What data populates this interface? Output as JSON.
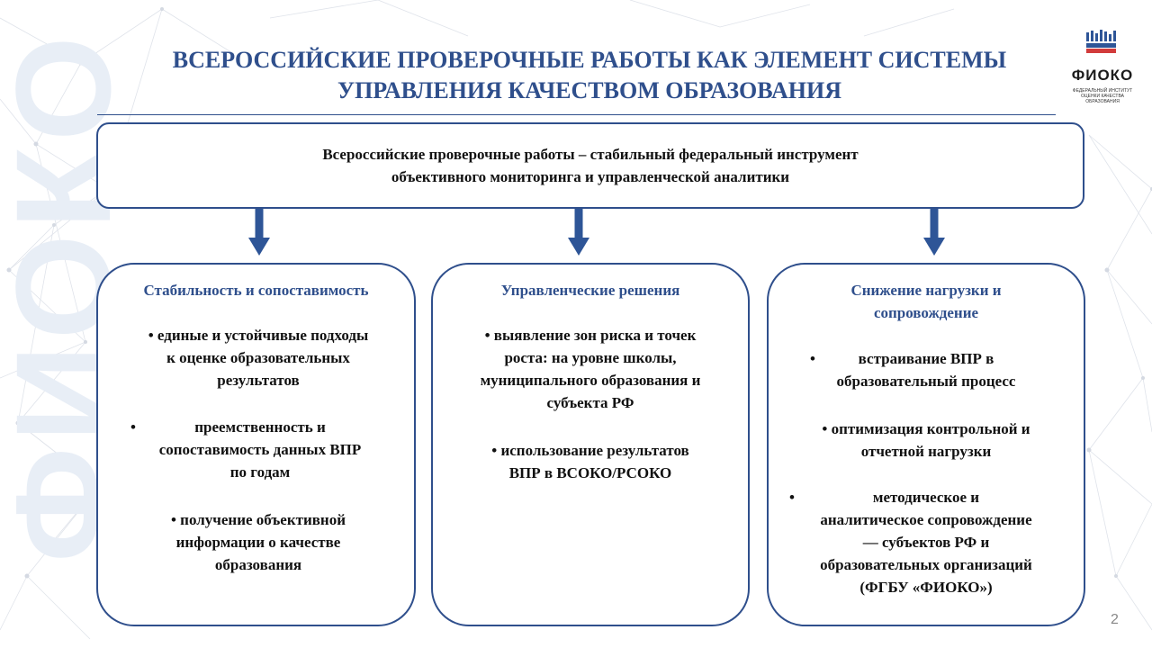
{
  "title_line1": "ВСЕРОССИЙСКИЕ ПРОВЕРОЧНЫЕ РАБОТЫ КАК ЭЛЕМЕНТ СИСТЕМЫ",
  "title_line2": "УПРАВЛЕНИЯ КАЧЕСТВОМ ОБРАЗОВАНИЯ",
  "logo": {
    "name": "ФИОКО",
    "subtitle": "ФЕДЕРАЛЬНЫЙ ИНСТИТУТ ОЦЕНКИ КАЧЕСТВА ОБРАЗОВАНИЯ"
  },
  "watermark": "ФИОКО",
  "summary_line1": "Всероссийские проверочные работы – стабильный федеральный инструмент",
  "summary_line2": "объективного мониторинга и управленческой аналитики",
  "bullet": "•",
  "cards": [
    {
      "title": "Стабильность и сопоставимость",
      "items": [
        {
          "lines": [
            "• единые и устойчивые подходы",
            "к оценке образовательных",
            "результатов"
          ]
        },
        {
          "lines": [
            "преемственность и",
            "сопоставимость данных ВПР",
            "по годам"
          ]
        },
        {
          "lines": [
            "• получение объективной",
            "информации о качестве",
            "образования"
          ]
        }
      ]
    },
    {
      "title": "Управленческие решения",
      "items": [
        {
          "lines": [
            "• выявление зон риска и точек",
            "роста: на уровне школы,",
            "муниципального образования и",
            "субъекта РФ"
          ]
        },
        {
          "lines": [
            "• использование результатов",
            "ВПР в ВСОКО/РСОКО"
          ]
        }
      ]
    },
    {
      "title_line1": "Снижение нагрузки и",
      "title_line2": "сопровождение",
      "items": [
        {
          "lines": [
            "встраивание ВПР в",
            "образовательный процесс"
          ]
        },
        {
          "lines": [
            "• оптимизация контрольной и",
            "отчетной нагрузки"
          ]
        },
        {
          "lines": [
            "методическое и",
            "аналитическое сопровождение",
            "— субъектов РФ и",
            "образовательных организаций",
            "(ФГБУ «ФИОКО»)"
          ]
        }
      ]
    }
  ],
  "page_number": "2",
  "colors": {
    "accent": "#2f4f8c",
    "arrow": "#2e5597",
    "watermark": "#e8eef6"
  }
}
